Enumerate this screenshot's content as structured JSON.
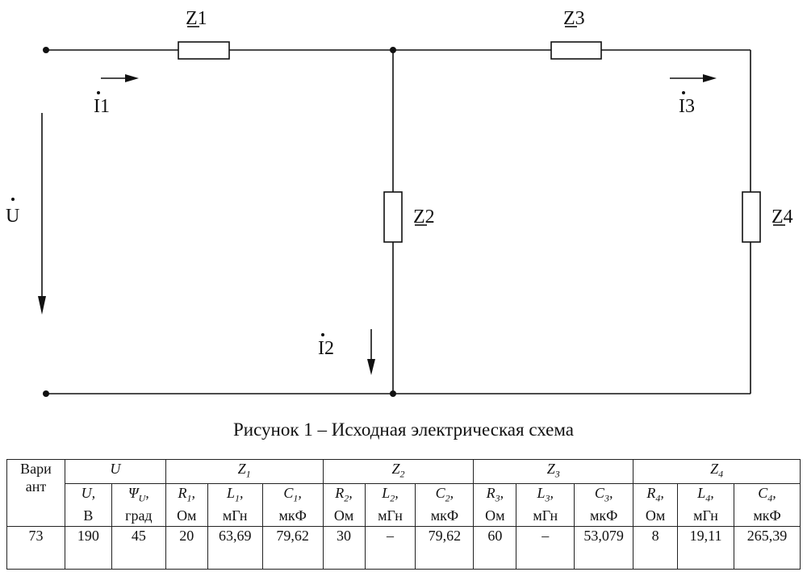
{
  "circuit": {
    "z1": "Z1",
    "z2": "Z2",
    "z3": "Z3",
    "z4": "Z4",
    "i1": "I1",
    "i2": "I2",
    "i3": "I3",
    "u": "U"
  },
  "caption": "Рисунок 1 – Исходная электрическая схема",
  "table": {
    "variant_header": "Вари ант",
    "groups": [
      "U",
      "Z1",
      "Z2",
      "Z3",
      "Z4"
    ],
    "columns": [
      {
        "sym": "U",
        "sub": "",
        "unit": "В"
      },
      {
        "sym": "Ψ",
        "sub": "U",
        "unit": "град"
      },
      {
        "sym": "R",
        "sub": "1",
        "unit": "Ом"
      },
      {
        "sym": "L",
        "sub": "1",
        "unit": "мГн"
      },
      {
        "sym": "C",
        "sub": "1",
        "unit": "мкФ"
      },
      {
        "sym": "R",
        "sub": "2",
        "unit": "Ом"
      },
      {
        "sym": "L",
        "sub": "2",
        "unit": "мГн"
      },
      {
        "sym": "C",
        "sub": "2",
        "unit": "мкФ"
      },
      {
        "sym": "R",
        "sub": "3",
        "unit": "Ом"
      },
      {
        "sym": "L",
        "sub": "3",
        "unit": "мГн"
      },
      {
        "sym": "C",
        "sub": "3",
        "unit": "мкФ"
      },
      {
        "sym": "R",
        "sub": "4",
        "unit": "Ом"
      },
      {
        "sym": "L",
        "sub": "4",
        "unit": "мГн"
      },
      {
        "sym": "C",
        "sub": "4",
        "unit": "мкФ"
      }
    ],
    "row": [
      "73",
      "190",
      "45",
      "20",
      "63,69",
      "79,62",
      "30",
      "–",
      "79,62",
      "60",
      "–",
      "53,079",
      "8",
      "19,11",
      "265,39"
    ]
  }
}
